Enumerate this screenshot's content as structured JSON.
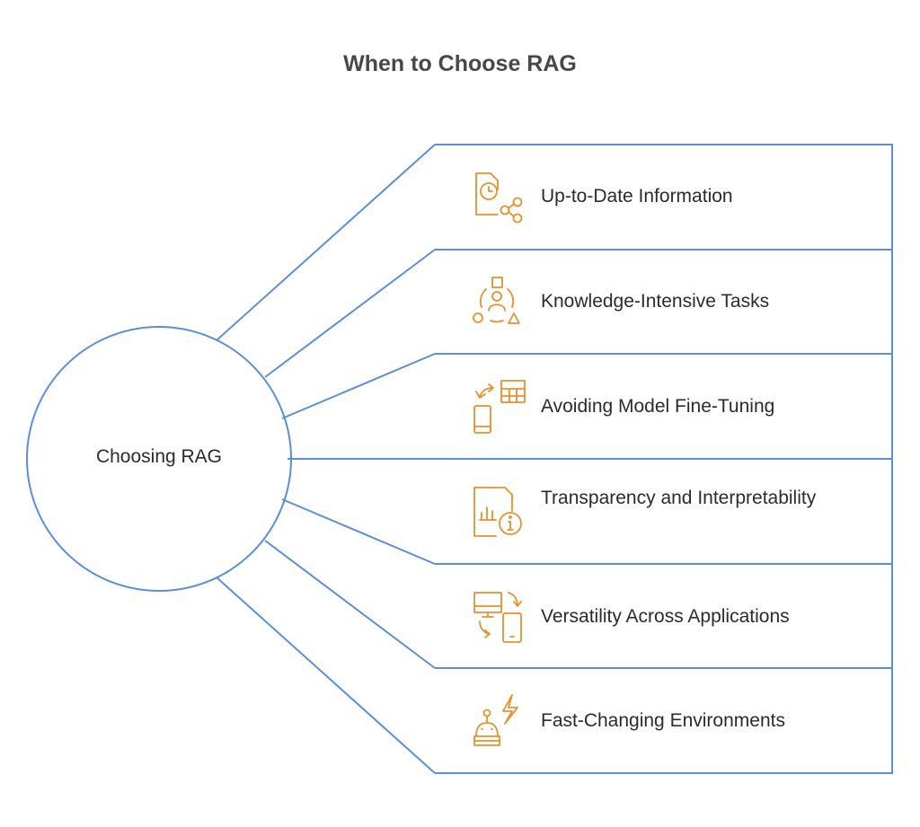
{
  "title": "When to Choose RAG",
  "center": {
    "label": "Choosing RAG"
  },
  "items": [
    {
      "label": "Up-to-Date Information",
      "icon": "clock-document-share-icon"
    },
    {
      "label": "Knowledge-Intensive Tasks",
      "icon": "person-shapes-icon"
    },
    {
      "label": "Avoiding Model Fine-Tuning",
      "icon": "phone-table-sync-icon"
    },
    {
      "label": "Transparency and Interpretability",
      "icon": "chart-document-info-icon"
    },
    {
      "label": "Versatility Across Applications",
      "icon": "desktop-mobile-sync-icon"
    },
    {
      "label": "Fast-Changing Environments",
      "icon": "robot-lightning-icon"
    }
  ],
  "colors": {
    "line": "#5b8ede",
    "icon": "#e6912e",
    "text": "#2b2b2b",
    "title": "#484848"
  }
}
